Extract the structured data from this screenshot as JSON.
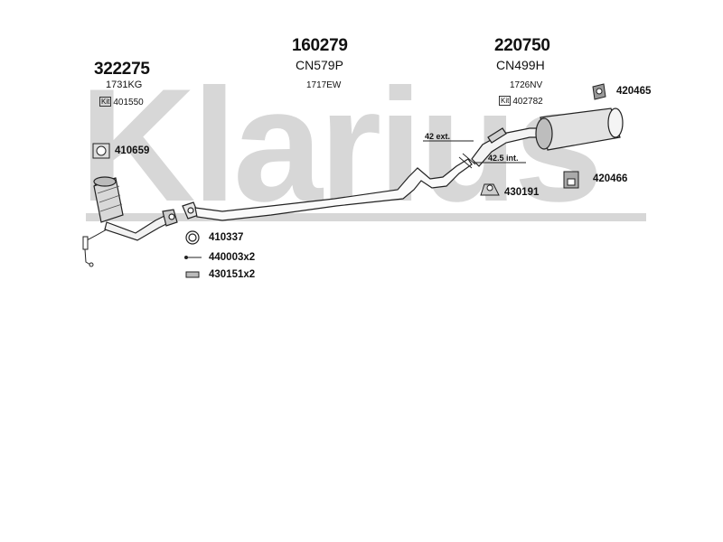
{
  "watermark": {
    "text": "Klarius"
  },
  "parts": {
    "cat": {
      "number": "322275",
      "code": "1731KG",
      "kit_label": "Kit",
      "kit_number": "401550"
    },
    "mid": {
      "number": "160279",
      "code": "CN579P",
      "sub": "1717EW"
    },
    "rear": {
      "number": "220750",
      "code": "CN499H",
      "sub": "1726NV",
      "kit_label": "Kit",
      "kit_number": "402782"
    }
  },
  "accessories": [
    {
      "id": "a410659",
      "text": "410659"
    },
    {
      "id": "a410337",
      "text": "410337"
    },
    {
      "id": "a440003",
      "text": "440003x2"
    },
    {
      "id": "a430151",
      "text": "430151x2"
    },
    {
      "id": "a420465",
      "text": "420465"
    },
    {
      "id": "a420466",
      "text": "420466"
    },
    {
      "id": "a430191",
      "text": "430191"
    }
  ],
  "dimensions": {
    "ext": "42 ext.",
    "int": "42.5 int."
  }
}
